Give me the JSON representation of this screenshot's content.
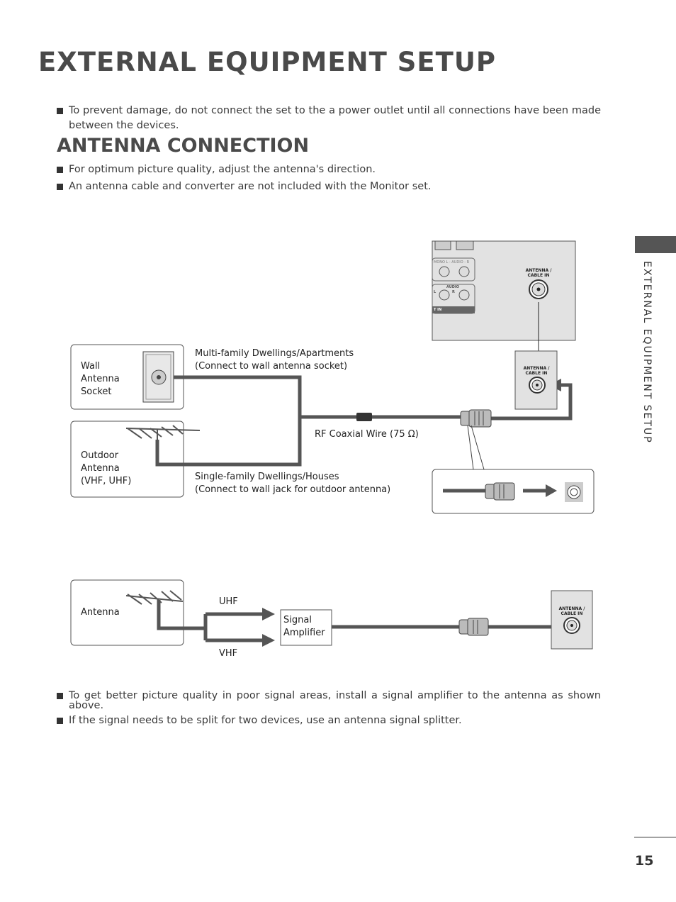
{
  "title": "EXTERNAL EQUIPMENT SETUP",
  "intro_bullets": [
    "To prevent damage, do not connect the set to the a power outlet until all connections have been made between the devices."
  ],
  "section_title": "ANTENNA CONNECTION",
  "section_bullets": [
    "For optimum picture quality, adjust the antenna's direction.",
    "An antenna cable and converter are not included with the Monitor set."
  ],
  "diagram1": {
    "wall_socket_label": "Wall\nAntenna\nSocket",
    "outdoor_label": "Outdoor\nAntenna\n(VHF, UHF)",
    "multi_family": "Multi-family Dwellings/Apartments\n(Connect to wall antenna socket)",
    "single_family": "Single-family Dwellings/Houses\n(Connect to wall jack for outdoor antenna)",
    "rf_wire": "RF Coaxial Wire (75 Ω)",
    "tv_port_label": "ANTENNA /\nCABLE IN",
    "tv_panel_labels": [
      "MONO L - AUDIO - R",
      "AUDIO",
      "L",
      "R",
      "T IN"
    ]
  },
  "diagram2": {
    "antenna_label": "Antenna",
    "uhf": "UHF",
    "vhf": "VHF",
    "amplifier_label": "Signal\nAmplifier",
    "tv_port_label": "ANTENNA /\nCABLE IN"
  },
  "bottom_bullets": [
    "To get better picture quality in poor signal areas, install a signal amplifier to the antenna as shown above.",
    "If the signal needs to be split for two devices, use an antenna signal splitter."
  ],
  "sidebar_label": "EXTERNAL EQUIPMENT SETUP",
  "page_number": "15"
}
